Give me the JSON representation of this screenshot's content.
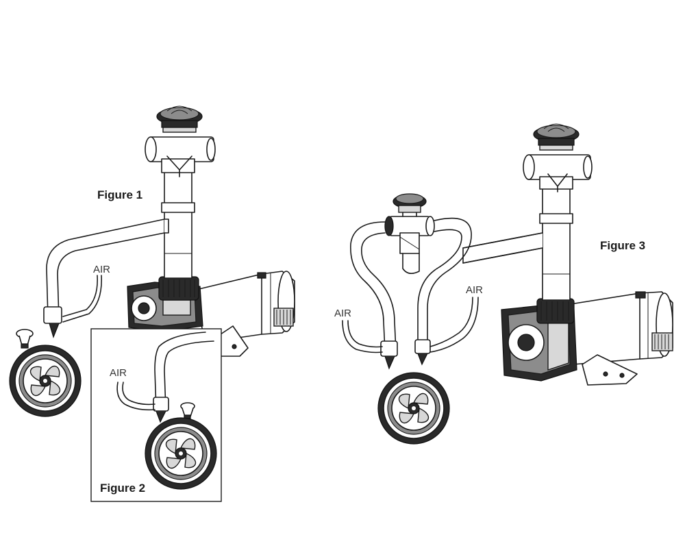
{
  "figures": {
    "figure1": {
      "label": "Figure 1",
      "air_label": "AIR"
    },
    "figure2": {
      "label": "Figure 2",
      "air_label": "AIR"
    },
    "figure3": {
      "label": "Figure 3",
      "air_label_left": "AIR",
      "air_label_right": "AIR"
    }
  },
  "colors": {
    "line": "#1a1a1a",
    "background": "#ffffff"
  }
}
